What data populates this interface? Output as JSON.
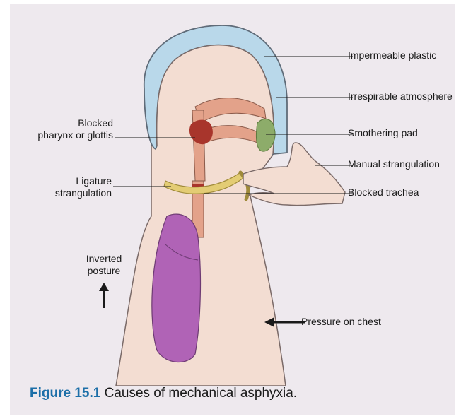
{
  "labels": {
    "impermeable_plastic": "Impermeable plastic",
    "irrespirable_atmosphere": "Irrespirable atmosphere",
    "smothering_pad": "Smothering pad",
    "manual_strangulation": "Manual strangulation",
    "blocked_trachea": "Blocked trachea",
    "blocked_pharynx": [
      "Blocked",
      "pharynx or glottis"
    ],
    "ligature_strangulation": [
      "Ligature",
      "strangulation"
    ],
    "inverted_posture": [
      "Inverted",
      "posture"
    ],
    "pressure_on_chest": "Pressure on chest"
  },
  "caption": {
    "number": "Figure 15.1",
    "text": " Causes of mechanical asphyxia."
  },
  "colors": {
    "page": "#eee9ee",
    "bag": "#b9d8ea",
    "bag_outline": "#5f6b78",
    "body": "#f3ddd2",
    "airway": "#e3a28a",
    "lung": "#b063b6",
    "pad": "#8dac6a",
    "ligature": "#e3cc74",
    "blockage": "#a8352c",
    "caption_accent": "#1d6fa8"
  }
}
